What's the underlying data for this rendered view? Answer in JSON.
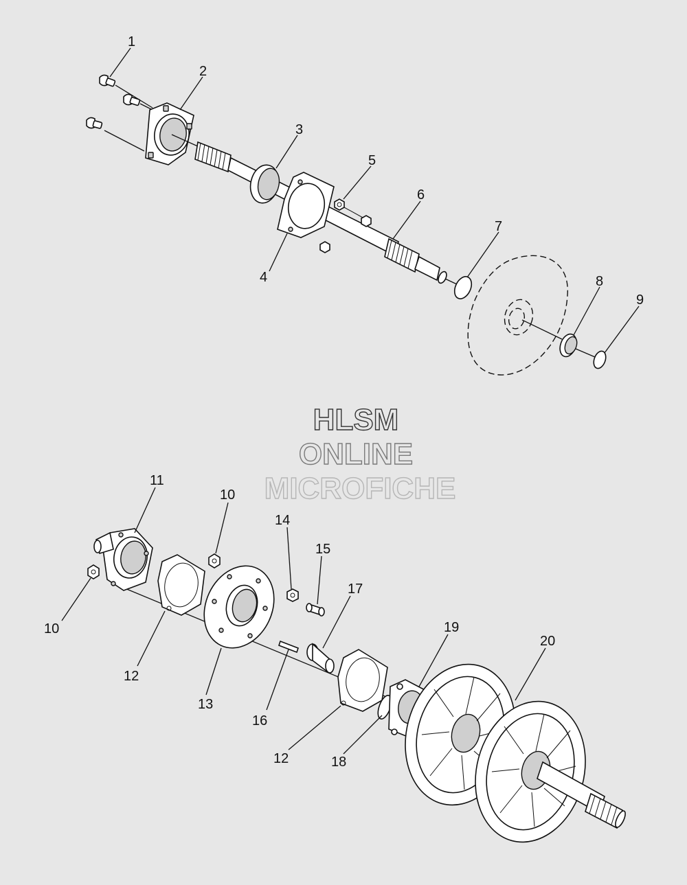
{
  "watermark": {
    "line1": "HLSM",
    "line2": "ONLINE",
    "line3": "MICROFICHE",
    "colors": [
      "#333333",
      "#7a7a7a",
      "#b5b5b5"
    ]
  },
  "callouts": {
    "c1": "1",
    "c2": "2",
    "c3": "3",
    "c4": "4",
    "c5": "5",
    "c6": "6",
    "c7": "7",
    "c8": "8",
    "c9": "9",
    "c10a": "10",
    "c10b": "10",
    "c11": "11",
    "c12a": "12",
    "c12b": "12",
    "c13": "13",
    "c14": "14",
    "c15": "15",
    "c16": "16",
    "c17": "17",
    "c18": "18",
    "c19": "19",
    "c20": "20"
  }
}
